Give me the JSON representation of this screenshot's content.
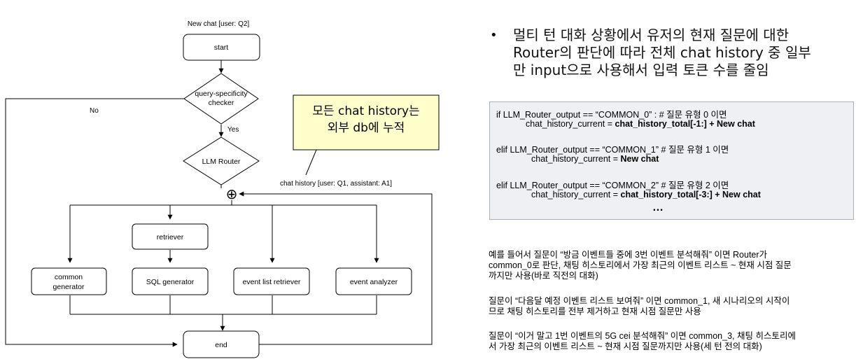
{
  "flowchart": {
    "input_label": "New chat [user: Q2]",
    "nodes": {
      "start": "start",
      "checker_line1": "query-specificity",
      "checker_line2": "checker",
      "router": "LLM Router",
      "retriever": "retriever",
      "common_line1": "common",
      "common_line2": "generator",
      "sql": "SQL generator",
      "event_list": "event list retriever",
      "event_analyzer": "event analyzer",
      "end": "end"
    },
    "edge_labels": {
      "no": "No",
      "yes": "Yes",
      "history": "chat history [user: Q1, assistant: A1]"
    },
    "merge_symbol": "⊕",
    "callout_lines": [
      "모든 chat history는",
      "외부 db에 누적"
    ],
    "colors": {
      "callout_fill": "#ffffcc",
      "node_stroke": "#000000"
    }
  },
  "bullet": {
    "marker": "•",
    "lines": [
      "멀티 턴 대화 상황에서 유저의 현재 질문에 대한",
      "Router의 판단에 따라 전체 chat history 중 일부",
      "만 input으로 사용해서 입력 토큰 수를 줄임"
    ]
  },
  "code": {
    "l1": "if LLM_Router_output == “COMMON_0” : # 질문 유형 0 이면",
    "l2_plain": "chat_history_current = ",
    "l2_bold": "chat_history_total[-1:] + New chat",
    "l3": "elif LLM_Router_output == “COMMON_1” # 질문 유형 1 이면",
    "l4_plain": "chat_history_current = ",
    "l4_bold": "New chat",
    "l5": "elif LLM_Router_output == “COMMON_2” # 질문 유형 2 이면",
    "l6_plain": "chat_history_current = ",
    "l6_bold": "chat_history_total[-3:] + New chat",
    "ellipsis": "…",
    "colors": {
      "fill": "#eef0f3",
      "border": "#aab0ba"
    }
  },
  "examples": [
    [
      "예를 들어서 질문이 “방금 이벤트들 중에 3번 이벤트 분석해줘” 이면 Router가",
      "common_0로 판단, 채팅 히스토리에서 가장 최근의 이벤트 리스트 ~ 현재 시점 질문",
      "까지만 사용(바로 직전의 대화)"
    ],
    [
      "질문이 “다음달 예정 이벤트 리스트 보여줘” 이면 common_1, 새 시나리오의 시작이",
      "므로 채팅 히스토리를 전부 제거하고 현재 시점 질문만 사용"
    ],
    [
      "질문이 “이거 말고 1번 이벤트의 5G cei 분석해줘” 이면 common_3, 채팅 히스토리에",
      "서 가장 최근의 이벤트 리스트 ~ 현재 시점 질문까지만 사용(세 턴 전의 대화)"
    ]
  ]
}
